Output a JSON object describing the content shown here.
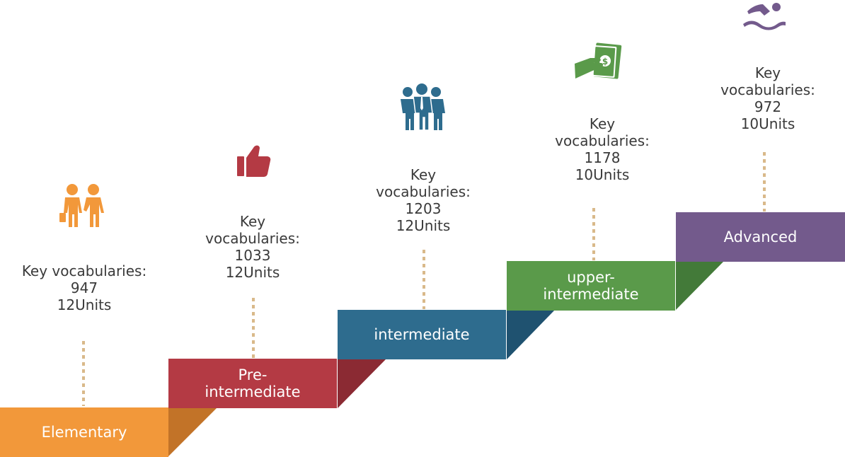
{
  "colors": {
    "elementary": "#f2983a",
    "pre_intermediate": "#b43a44",
    "intermediate": "#2e6c8e",
    "upper_intermediate": "#5a9a4a",
    "advanced": "#735a8c",
    "dots": "#d9b98a",
    "text": "#3a3a3a"
  },
  "levels": [
    {
      "name": "Elementary",
      "key_label": "Key vocabularies:",
      "words": "947",
      "units": "12Units",
      "icon": "two-people-walking-icon"
    },
    {
      "name": "Pre-intermediate",
      "key_label": "Key vocabularies:",
      "words": "1033",
      "units": "12Units",
      "icon": "thumbs-up-icon"
    },
    {
      "name": "intermediate",
      "key_label": "Key vocabularies:",
      "words": "1203",
      "units": "12Units",
      "icon": "business-team-icon"
    },
    {
      "name": "upper-intermediate",
      "key_label": "Key vocabularies:",
      "words": "1178",
      "units": "10Units",
      "icon": "hand-money-icon"
    },
    {
      "name": "Advanced",
      "key_label": "Key vocabularies:",
      "words": "972",
      "units": "10Units",
      "icon": "swimmer-icon"
    }
  ]
}
